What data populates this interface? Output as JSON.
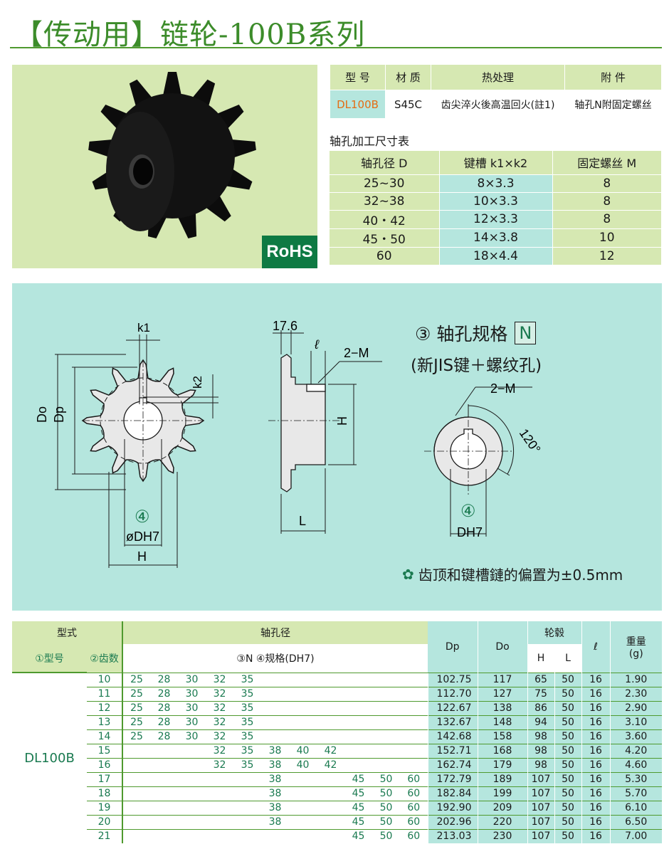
{
  "title": "【传动用】链轮-100B系列",
  "rohs": "RoHS",
  "spec_table": {
    "headers": [
      "型 号",
      "材 质",
      "热处理",
      "附 件"
    ],
    "row": [
      "DL100B",
      "S45C",
      "齿尖淬火後高温回火(註1)",
      "轴孔N附固定螺丝"
    ]
  },
  "bore_title": "轴孔加工尺寸表",
  "bore_table": {
    "headers": [
      "轴孔径 D",
      "键槽 k1×k2",
      "固定螺丝 M"
    ],
    "rows": [
      [
        "25~30",
        "8×3.3",
        "8"
      ],
      [
        "32~38",
        "10×3.3",
        "8"
      ],
      [
        "40・42",
        "12×3.3",
        "8"
      ],
      [
        "45・50",
        "14×3.8",
        "10"
      ],
      [
        "60",
        "18×4.4",
        "12"
      ]
    ]
  },
  "drawing": {
    "spec_title": "③ 轴孔规格",
    "spec_code": "N",
    "spec_sub": "(新JIS键＋螺纹孔)",
    "labels": {
      "k1": "k1",
      "k2": "k2",
      "do": "Do",
      "dp": "Dp",
      "circle4": "④",
      "bore": "øDH7",
      "h": "H",
      "dim176": "17.6",
      "ell": "ℓ",
      "m2": "2−M",
      "l": "L",
      "deg": "120°",
      "dh7": "DH7"
    },
    "note": "齿顶和键槽鏈的偏置为±0.5mm"
  },
  "main_table": {
    "headers": {
      "model_type": "型式",
      "bore": "轴孔径",
      "dp": "Dp",
      "do": "Do",
      "hub": "轮毂",
      "ell": "ℓ",
      "weight": "重量",
      "weight_unit": "(g)",
      "model_no": "①型号",
      "teeth": "②齿数",
      "bore_spec": "③N ④规格(DH7)",
      "h": "H",
      "l": "L"
    },
    "model": "DL100B",
    "rows": [
      {
        "teeth": "10",
        "bores": [
          "25",
          "28",
          "30",
          "32",
          "35",
          "",
          "",
          "",
          "",
          "",
          ""
        ],
        "dp": "102.75",
        "do": "117",
        "h": "65",
        "l": "50",
        "ell": "16",
        "w": "1.90"
      },
      {
        "teeth": "11",
        "bores": [
          "25",
          "28",
          "30",
          "32",
          "35",
          "",
          "",
          "",
          "",
          "",
          ""
        ],
        "dp": "112.70",
        "do": "127",
        "h": "75",
        "l": "50",
        "ell": "16",
        "w": "2.30"
      },
      {
        "teeth": "12",
        "bores": [
          "25",
          "28",
          "30",
          "32",
          "35",
          "",
          "",
          "",
          "",
          "",
          ""
        ],
        "dp": "122.67",
        "do": "138",
        "h": "86",
        "l": "50",
        "ell": "16",
        "w": "2.90"
      },
      {
        "teeth": "13",
        "bores": [
          "25",
          "28",
          "30",
          "32",
          "35",
          "",
          "",
          "",
          "",
          "",
          ""
        ],
        "dp": "132.67",
        "do": "148",
        "h": "94",
        "l": "50",
        "ell": "16",
        "w": "3.10"
      },
      {
        "teeth": "14",
        "bores": [
          "25",
          "28",
          "30",
          "32",
          "35",
          "",
          "",
          "",
          "",
          "",
          ""
        ],
        "dp": "142.68",
        "do": "158",
        "h": "98",
        "l": "50",
        "ell": "16",
        "w": "3.60"
      },
      {
        "teeth": "15",
        "bores": [
          "",
          "",
          "",
          "32",
          "35",
          "38",
          "40",
          "42",
          "",
          "",
          ""
        ],
        "dp": "152.71",
        "do": "168",
        "h": "98",
        "l": "50",
        "ell": "16",
        "w": "4.20"
      },
      {
        "teeth": "16",
        "bores": [
          "",
          "",
          "",
          "32",
          "35",
          "38",
          "40",
          "42",
          "",
          "",
          ""
        ],
        "dp": "162.74",
        "do": "179",
        "h": "98",
        "l": "50",
        "ell": "16",
        "w": "4.60"
      },
      {
        "teeth": "17",
        "bores": [
          "",
          "",
          "",
          "",
          "",
          "38",
          "",
          "",
          "45",
          "50",
          "60"
        ],
        "dp": "172.79",
        "do": "189",
        "h": "107",
        "l": "50",
        "ell": "16",
        "w": "5.30"
      },
      {
        "teeth": "18",
        "bores": [
          "",
          "",
          "",
          "",
          "",
          "38",
          "",
          "",
          "45",
          "50",
          "60"
        ],
        "dp": "182.84",
        "do": "199",
        "h": "107",
        "l": "50",
        "ell": "16",
        "w": "5.70"
      },
      {
        "teeth": "19",
        "bores": [
          "",
          "",
          "",
          "",
          "",
          "38",
          "",
          "",
          "45",
          "50",
          "60"
        ],
        "dp": "192.90",
        "do": "209",
        "h": "107",
        "l": "50",
        "ell": "16",
        "w": "6.10"
      },
      {
        "teeth": "20",
        "bores": [
          "",
          "",
          "",
          "",
          "",
          "38",
          "",
          "",
          "45",
          "50",
          "60"
        ],
        "dp": "202.96",
        "do": "220",
        "h": "107",
        "l": "50",
        "ell": "16",
        "w": "6.50"
      },
      {
        "teeth": "21",
        "bores": [
          "",
          "",
          "",
          "",
          "",
          "",
          "",
          "",
          "45",
          "50",
          "60"
        ],
        "dp": "213.03",
        "do": "230",
        "h": "107",
        "l": "50",
        "ell": "16",
        "w": "7.00"
      }
    ]
  }
}
